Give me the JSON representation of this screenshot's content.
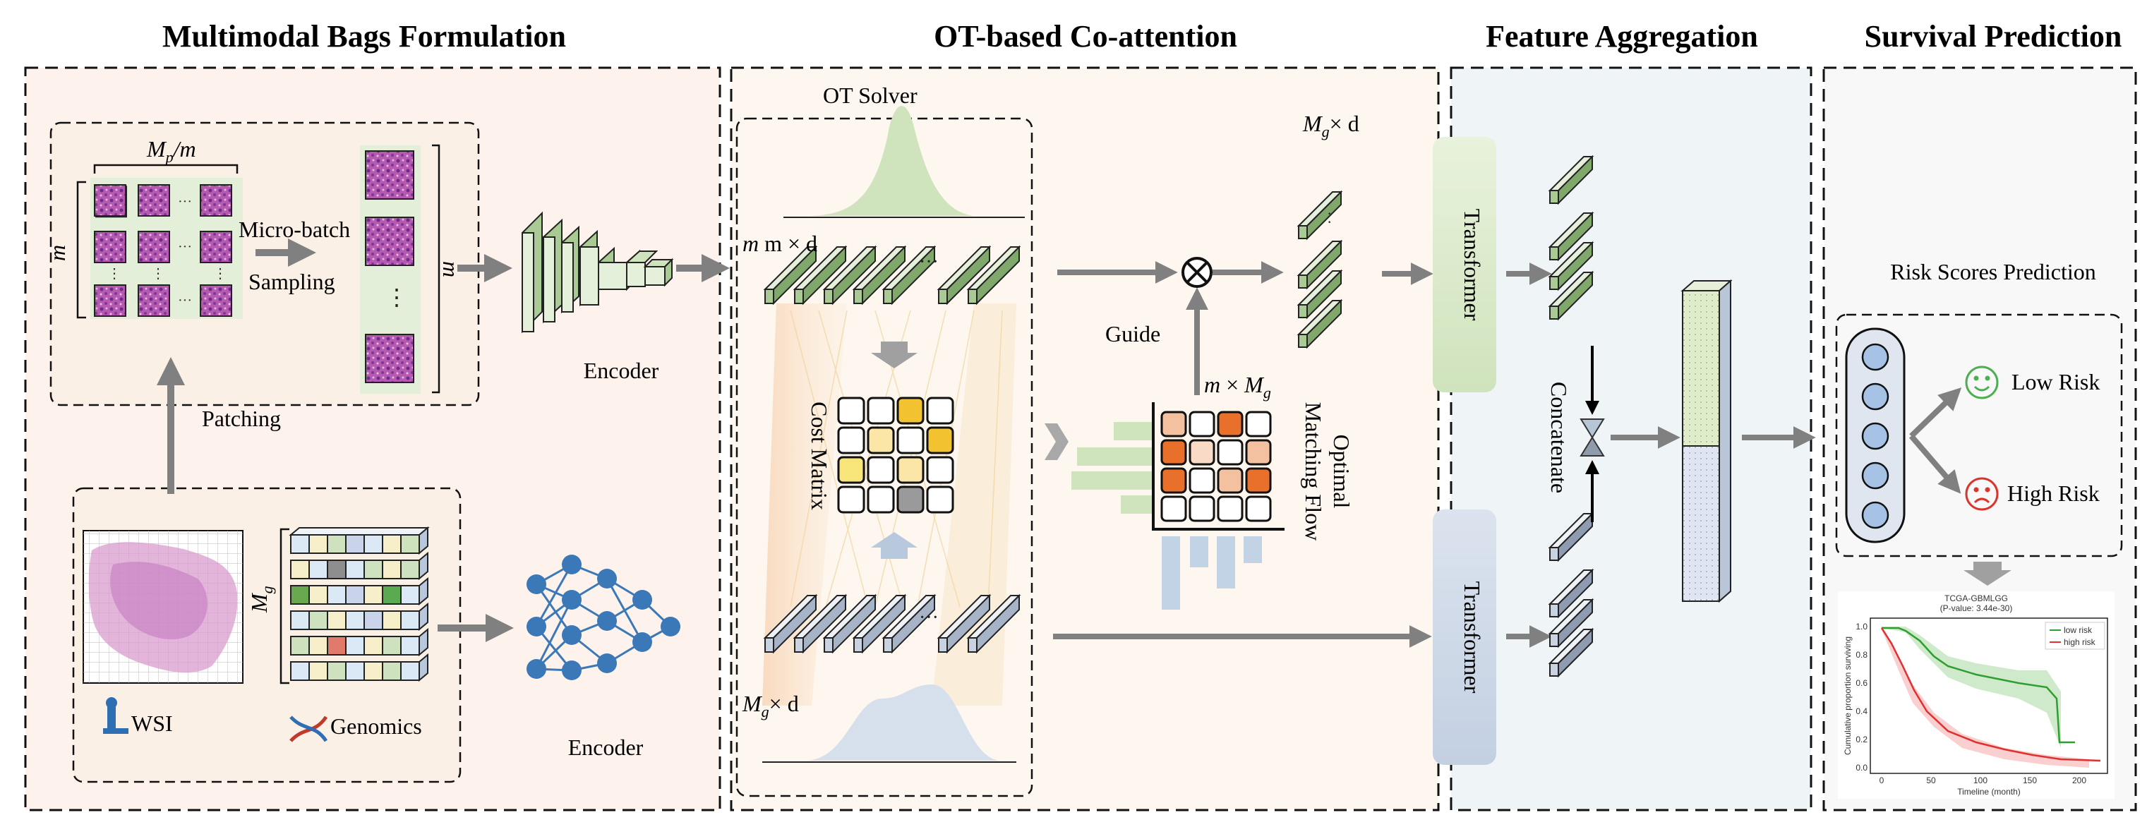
{
  "titles": {
    "s1": "Multimodal Bags Formulation",
    "s2": "OT-based Co-attention",
    "s3": "Feature Aggregation",
    "s4": "Survival Prediction"
  },
  "labels": {
    "mp_over_m": "M",
    "mp_sub": "p",
    "mp_tail": "/m",
    "m_left": "m",
    "m_right": "m",
    "micro_batch": "Micro-batch",
    "sampling": "Sampling",
    "patching": "Patching",
    "encoder_top": "Encoder",
    "encoder_bottom": "Encoder",
    "wsi": "WSI",
    "genomics": "Genomics",
    "mg": "M",
    "mg_sub": "g",
    "ot_solver": "OT Solver",
    "m_x_d": "m × d",
    "mg_x_d": "× d",
    "cost_matrix": "Cost Matrix",
    "guide": "Guide",
    "m_x_mg": "m × M",
    "optimal": "Optimal",
    "matching_flow": "Matching Flow",
    "mg_x_d_top": "× d",
    "transformer_top": "Transformer",
    "transformer_bottom": "Transformer",
    "concatenate": "Concatenate",
    "risk_scores": "Risk Scores Prediction",
    "low_risk": "Low Risk",
    "high_risk": "High Risk"
  },
  "km_plot": {
    "title": "TCGA-GBMLGG",
    "subtitle": "(P-value: 3.44e-30)",
    "ylabel": "Cumulative proportion surviving",
    "xlabel": "Timeline (month)",
    "legend_low": "low risk",
    "legend_high": "high risk",
    "yticks": [
      "1.0",
      "0.8",
      "0.6",
      "0.4",
      "0.2",
      "0.0"
    ],
    "xticks": [
      "0",
      "50",
      "100",
      "150",
      "200"
    ]
  },
  "colors": {
    "panel1": "#fdf3ec",
    "panel2": "#fdf6ee",
    "panel3": "#eef3f6",
    "panel4": "#f8f8f8",
    "green": "#d4e6c8",
    "blue_gray": "#d6dee9",
    "arrow": "#808080",
    "net_blue": "#3b78b7",
    "orange": "#e8702a",
    "yellow": "#f3c623"
  }
}
